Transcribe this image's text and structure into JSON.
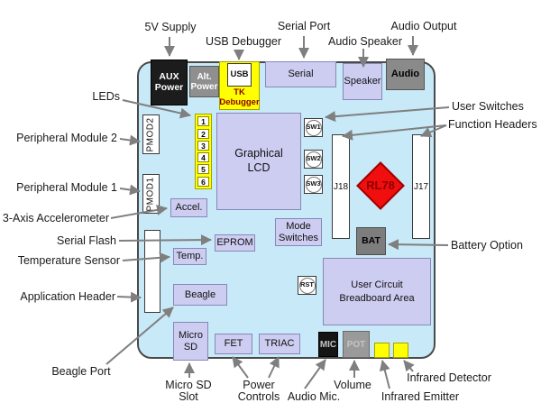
{
  "palette": {
    "board_fill": "#C8E9F8",
    "board_border": "#4A4A4A",
    "module_fill": "#CDCCF1",
    "module_border": "#8888B8",
    "highlight_yellow": "#FFFF00",
    "chip_red": "#F10E0E",
    "chip_text_red": "#8B0000",
    "dark_box": "#1C1C1C",
    "gray_box": "#8A8A8A",
    "arrow_gray": "#7F7F7F"
  },
  "board": {
    "components": {
      "aux_power": "AUX\nPower",
      "alt_power": "Alt.\nPower",
      "usb": "USB",
      "tk_debugger": "TK\nDebugger",
      "serial": "Serial",
      "speaker": "Speaker",
      "audio": "Audio",
      "pmod2": "PMOD2",
      "pmod1": "PMOD1",
      "leds": [
        "1",
        "2",
        "3",
        "4",
        "5",
        "6"
      ],
      "graphical_lcd": "Graphical\nLCD",
      "sw1": "SW1",
      "sw2": "SW2",
      "sw3": "SW3",
      "j18": "J18",
      "j17": "J17",
      "rl78": "RL78",
      "mode_switches": "Mode\nSwitches",
      "bat": "BAT",
      "rst": "RST",
      "breadboard": "User Circuit\nBreadboard Area",
      "accel": "Accel.",
      "eprom": "EPROM",
      "temp": "Temp.",
      "beagle": "Beagle",
      "micro_sd": "Micro\nSD",
      "fet": "FET",
      "triac": "TRIAC",
      "mic": "MIC",
      "pot": "POT"
    }
  },
  "labels": {
    "supply_5v": "5V Supply",
    "usb_debugger": "USB Debugger",
    "serial_port": "Serial Port",
    "audio_speaker": "Audio Speaker",
    "audio_output": "Audio Output",
    "leds": "LEDs",
    "peripheral_module_2": "Peripheral Module 2",
    "peripheral_module_1": "Peripheral Module 1",
    "accelerometer_3axis": "3-Axis Accelerometer",
    "serial_flash": "Serial Flash",
    "temperature_sensor": "Temperature Sensor",
    "application_header": "Application Header",
    "beagle_port": "Beagle Port",
    "micro_sd_slot": "Micro SD\nSlot",
    "power_controls": "Power\nControls",
    "audio_mic": "Audio Mic.",
    "volume": "Volume",
    "infrared_emitter": "Infrared Emitter",
    "infrared_detector": "Infrared Detector",
    "user_switches": "User Switches",
    "function_headers": "Function Headers",
    "battery_option": "Battery Option"
  }
}
